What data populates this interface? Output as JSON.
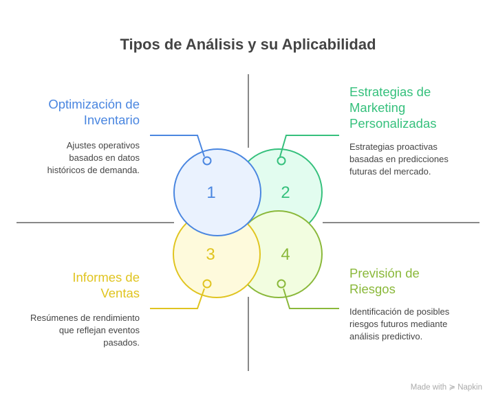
{
  "title": "Tipos de Análisis y su Aplicabilidad",
  "items": [
    {
      "number": "1",
      "heading": "Optimización de Inventario",
      "description": "Ajustes operativos basados en datos históricos de demanda.",
      "color": "#4a86e0",
      "fill": "#eaf2fe"
    },
    {
      "number": "2",
      "heading": "Estrategias de Marketing Personalizadas",
      "description": "Estrategias proactivas basadas en predicciones futuras del mercado.",
      "color": "#35c07c",
      "fill": "#e2fcef"
    },
    {
      "number": "3",
      "heading": "Informes de Ventas",
      "description": "Resúmenes de rendimiento que reflejan eventos pasados.",
      "color": "#e0c420",
      "fill": "#fefadc"
    },
    {
      "number": "4",
      "heading": "Previsión de Riesgos",
      "description": "Identificación de posibles riesgos futuros mediante análisis predictivo.",
      "color": "#8ab83a",
      "fill": "#f2fde0"
    }
  ],
  "watermark": "Made with ≽ Napkin"
}
